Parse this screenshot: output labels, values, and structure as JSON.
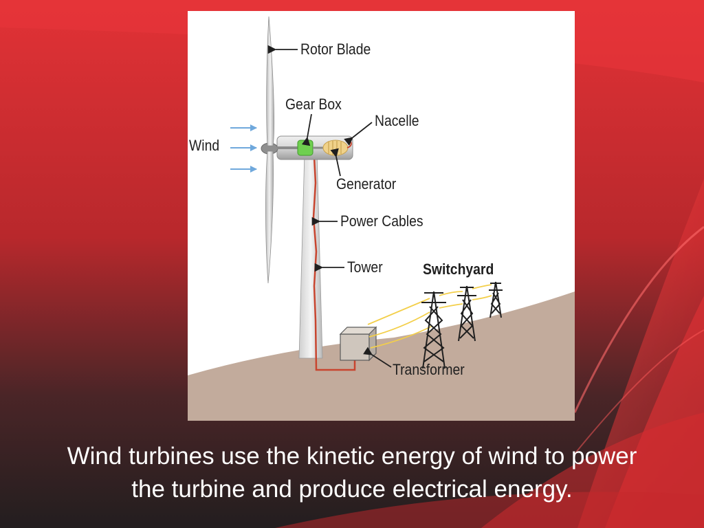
{
  "diagram": {
    "labels": {
      "rotor_blade": "Rotor Blade",
      "gear_box": "Gear Box",
      "nacelle": "Nacelle",
      "wind": "Wind",
      "generator": "Generator",
      "power_cables": "Power Cables",
      "tower": "Tower",
      "switchyard": "Switchyard",
      "transformer": "Transformer"
    }
  },
  "caption": {
    "line1": "Wind turbines use the kinetic energy of wind to power",
    "line2": "the turbine and produce electrical energy."
  },
  "colors": {
    "background_red": "#d42a2e",
    "background_dark": "#2a2223",
    "ground": "#c2ab9c",
    "cable": "#c8452f",
    "gear_box": "#6fcf4f",
    "generator": "#f0d28a",
    "wind_arrow": "#6fa8dc",
    "power_line": "#f3cf4a"
  }
}
